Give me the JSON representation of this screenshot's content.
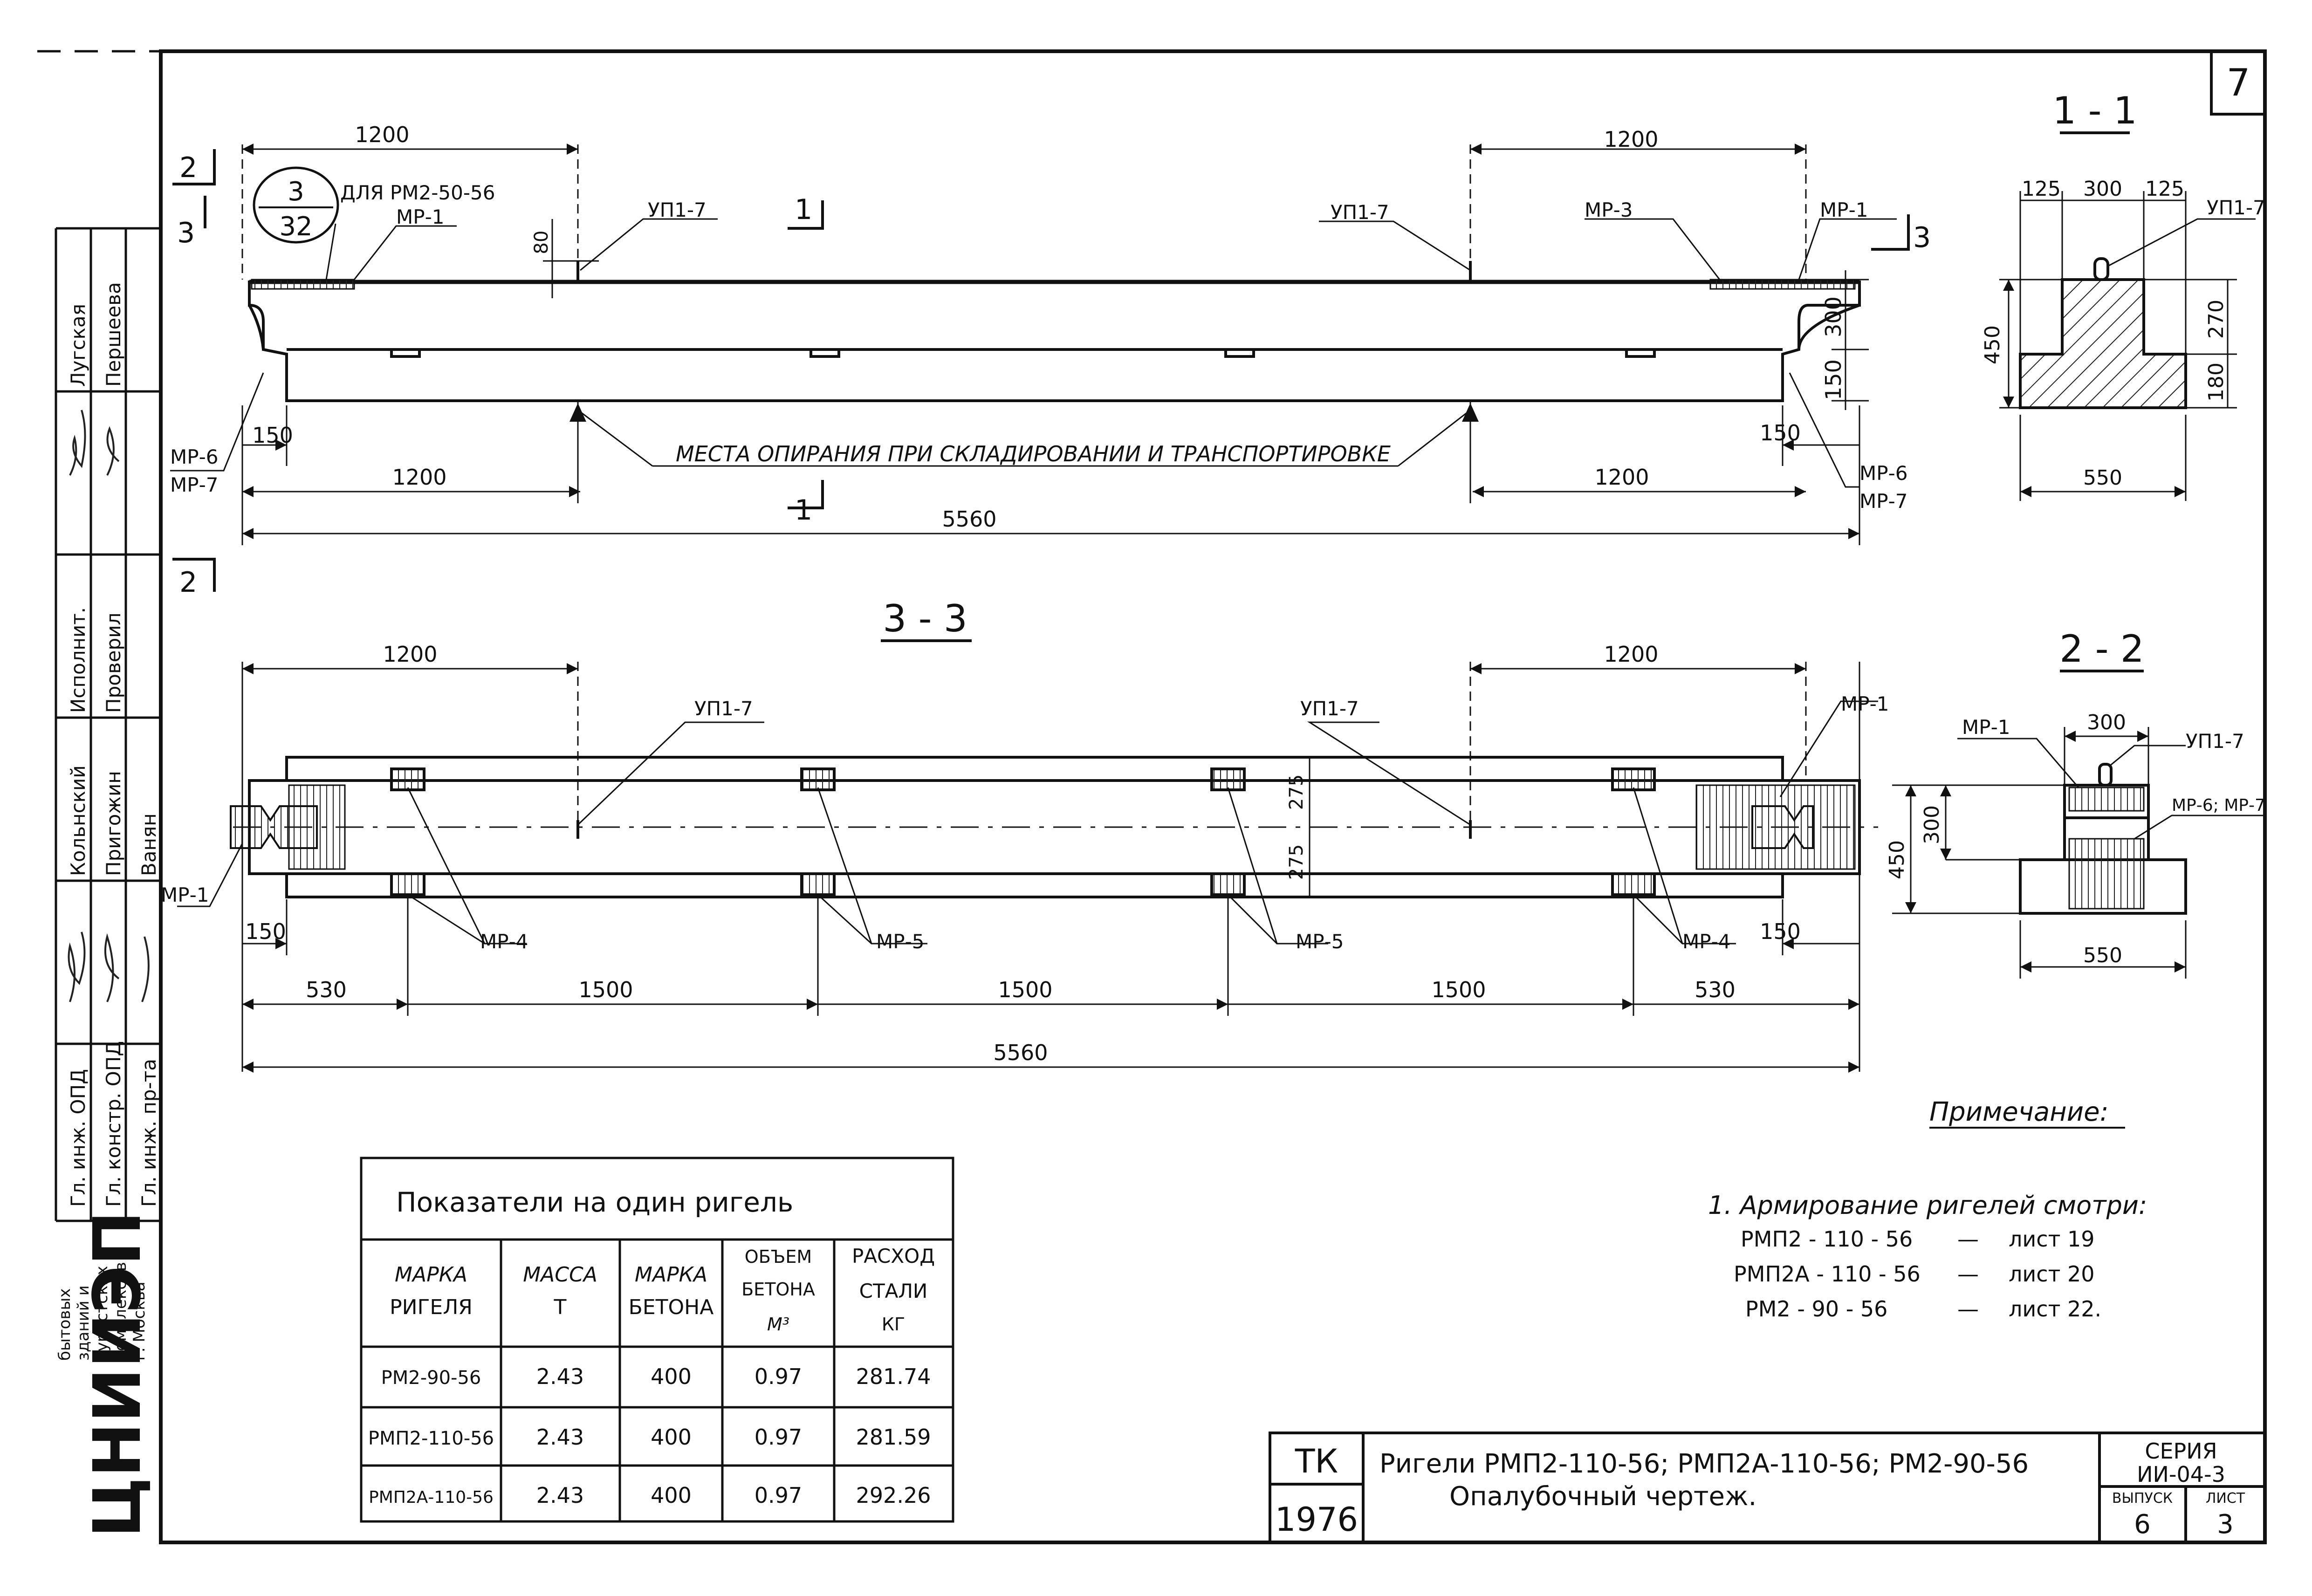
{
  "sheet_number": "7",
  "top_view": {
    "dims": {
      "left_top": "1200",
      "right_top": "1200",
      "left_bottom": "1200",
      "right_bottom": "1200",
      "total": "5560",
      "end_left": "150",
      "end_right": "150",
      "top_offset": "80",
      "h_upper": "300",
      "h_lower": "150"
    },
    "callout": {
      "num": "3",
      "den": "32",
      "text": "ДЛЯ РМ2-50-56"
    },
    "labels": {
      "mp1_left": "МР-1",
      "up17_left": "УП1-7",
      "up17_right": "УП1-7",
      "mp3": "МР-3",
      "mp1_right": "МР-1",
      "mp67_left_a": "МР-6",
      "mp67_left_b": "МР-7",
      "mp67_right_a": "МР-6",
      "mp67_right_b": "МР-7"
    },
    "section_marks": {
      "s2_top": "2",
      "s3_left": "3",
      "s1_top": "1",
      "s3_right": "3",
      "s1_bottom": "1",
      "s2_bottom": "2"
    },
    "support_note": "МЕСТА ОПИРАНИЯ ПРИ СКЛАДИРОВАНИИ И ТРАНСПОРТИРОВКЕ"
  },
  "view_33": {
    "title": "3 - 3",
    "dims": {
      "left_top": "1200",
      "right_top": "1200",
      "seg1": "530",
      "seg2": "1500",
      "seg3": "1500",
      "seg4": "1500",
      "seg5": "530",
      "total": "5560",
      "end_left": "150",
      "end_right": "150",
      "h_a": "275",
      "h_b": "275"
    },
    "labels": {
      "up17_left": "УП1-7",
      "up17_right": "УП1-7",
      "mp1_right": "МР-1",
      "mp1_left": "МР-1",
      "mp4_left": "МР-4",
      "mp5_left": "МР-5",
      "mp5_right": "МР-5",
      "mp4_right": "МР-4"
    }
  },
  "section_11": {
    "title": "1 - 1",
    "dims": {
      "d125a": "125",
      "d300": "300",
      "d125b": "125",
      "h450": "450",
      "h270": "270",
      "h180": "180",
      "w550": "550"
    },
    "label": "УП1-7"
  },
  "section_22": {
    "title": "2 - 2",
    "dims": {
      "d300w": "300",
      "h450": "450",
      "h300": "300",
      "w550": "550"
    },
    "labels": {
      "mp1": "МР-1",
      "up17": "УП1-7",
      "mp67": "МР-6; МР-7"
    }
  },
  "note": {
    "title": "Примечание:",
    "line1": "1. Армирование ригелей смотри:",
    "refs": [
      {
        "mark": "РМП2 - 110 - 56",
        "dash": "—",
        "sheet": "лист 19"
      },
      {
        "mark": "РМП2А - 110 - 56",
        "dash": "—",
        "sheet": "лист 20"
      },
      {
        "mark": "РМ2 - 90 - 56",
        "dash": "—",
        "sheet": "лист 22."
      }
    ]
  },
  "table": {
    "title": "Показатели на один ригель",
    "headers": [
      [
        "МАРКА",
        "РИГЕЛЯ"
      ],
      [
        "МАССА",
        "Т"
      ],
      [
        "МАРКА",
        "БЕТОНА"
      ],
      [
        "ОБЪЕМ",
        "БЕТОНА",
        "М³"
      ],
      [
        "РАСХОД",
        "СТАЛИ",
        "КГ"
      ]
    ],
    "rows": [
      [
        "РМ2-90-56",
        "2.43",
        "400",
        "0.97",
        "281.74"
      ],
      [
        "РМП2-110-56",
        "2.43",
        "400",
        "0.97",
        "281.59"
      ],
      [
        "РМП2А-110-56",
        "2.43",
        "400",
        "0.97",
        "292.26"
      ]
    ]
  },
  "title_block": {
    "tk": "ТК",
    "year": "1976",
    "title_line1": "Ригели РМП2-110-56; РМП2А-110-56; РМ2-90-56",
    "title_line2": "Опалубочный чертеж.",
    "series_label": "СЕРИЯ",
    "series_value": "ИИ-04-3",
    "issue_label": "ВЫПУСК",
    "issue_value": "6",
    "sheet_label": "ЛИСТ",
    "sheet_value": "3"
  },
  "left_stamp": {
    "roles": [
      "Исполнит.",
      "Проверил",
      "Гл. инж. ОПД",
      "Гл. констр. ОПД",
      "Гл. инж. пр-та"
    ],
    "names": [
      "Лугская",
      "Першеева",
      "Кольнский",
      "Пригожин",
      "Ванян"
    ],
    "org_lines": [
      "бытовых",
      "зданий и",
      "туристских",
      "комплексов",
      "г. Москва"
    ],
    "org_logo": "ЦНИИЭП"
  }
}
